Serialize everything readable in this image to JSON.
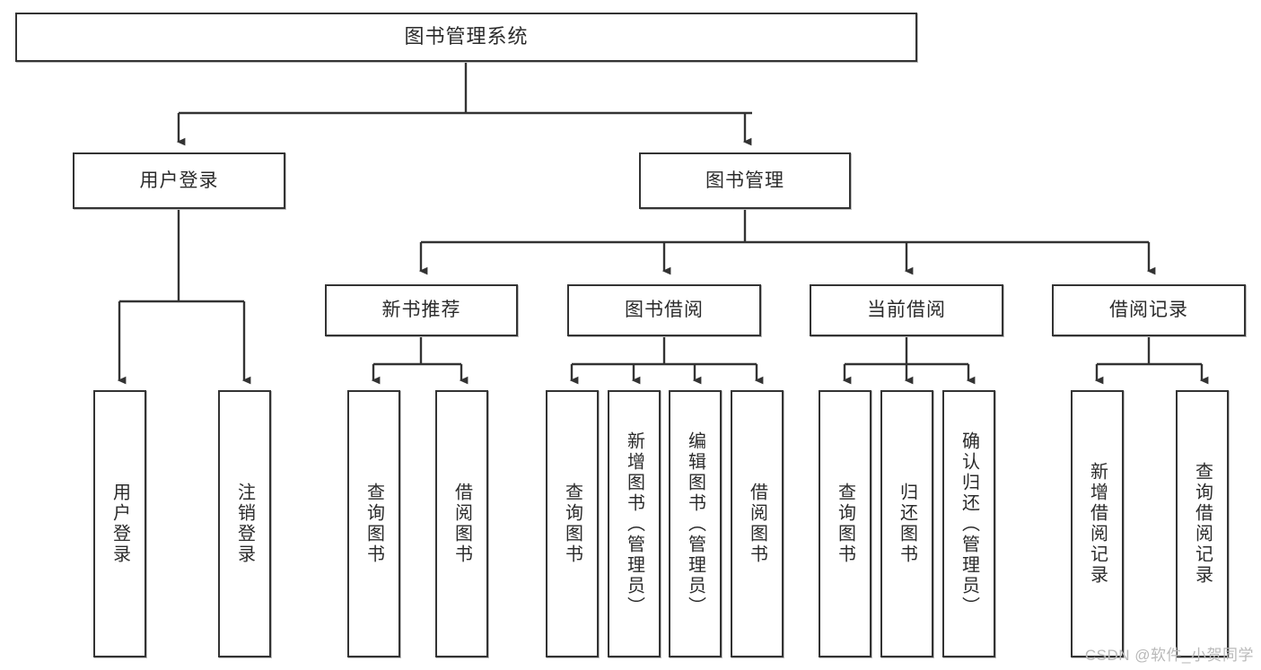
{
  "diagram": {
    "title": "图书管理系统",
    "type": "hierarchy-tree",
    "watermark": "CSDN @软件_小贺同学",
    "colors": {
      "box_border": "#333333",
      "box_fill": "#ffffff",
      "connector": "#333333",
      "text": "#2b2b2b",
      "watermark": "#b9b9b9"
    },
    "levels": {
      "level1": [
        "图书管理系统"
      ],
      "level2": [
        "用户登录",
        "图书管理"
      ],
      "level3": [
        "新书推荐",
        "图书借阅",
        "当前借阅",
        "借阅记录"
      ],
      "level4": [
        "用户登录",
        "注销登录",
        "查询图书",
        "借阅图书",
        "查询图书",
        "新增图书（管理员）",
        "编辑图书（管理员）",
        "借阅图书",
        "查询图书",
        "归还图书",
        "确认归还（管理员）",
        "新增借阅记录",
        "查询借阅记录"
      ]
    },
    "nodes": {
      "root": {
        "label": "图书管理系统"
      },
      "user_login": {
        "label": "用户登录"
      },
      "book_manage": {
        "label": "图书管理"
      },
      "new_book_rec": {
        "label": "新书推荐"
      },
      "book_borrow": {
        "label": "图书借阅"
      },
      "current_borrow": {
        "label": "当前借阅"
      },
      "borrow_record": {
        "label": "借阅记录"
      },
      "leaf_user_login": {
        "label": "用户登录"
      },
      "leaf_user_logout": {
        "label": "注销登录"
      },
      "leaf_rec_query": {
        "label": "查询图书"
      },
      "leaf_rec_borrow": {
        "label": "借阅图书"
      },
      "leaf_borrow_query": {
        "label": "查询图书"
      },
      "leaf_borrow_add": {
        "label": "新增图书（管理员）"
      },
      "leaf_borrow_edit": {
        "label": "编辑图书（管理员）"
      },
      "leaf_borrow_take": {
        "label": "借阅图书"
      },
      "leaf_cur_query": {
        "label": "查询图书"
      },
      "leaf_cur_return": {
        "label": "归还图书"
      },
      "leaf_cur_confirm": {
        "label": "确认归还（管理员）"
      },
      "leaf_rec_add": {
        "label": "新增借阅记录"
      },
      "leaf_rec_search": {
        "label": "查询借阅记录"
      }
    }
  }
}
